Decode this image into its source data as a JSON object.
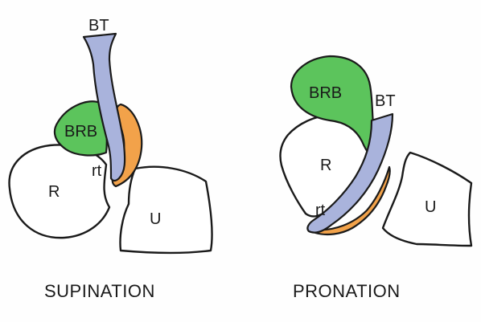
{
  "colors": {
    "brb": "#5cc45c",
    "bt": "#a9b3dc",
    "bursa": "#f2a24a",
    "bone": "#ffffff",
    "outline": "#1a1a1a"
  },
  "supination": {
    "title": "SUPINATION",
    "labels": {
      "bt": "BT",
      "brb": "BRB",
      "rt": "rt",
      "r": "R",
      "u": "U"
    }
  },
  "pronation": {
    "title": "PRONATION",
    "labels": {
      "brb": "BRB",
      "bt": "BT",
      "r": "R",
      "rt": "rt",
      "u": "U"
    }
  }
}
